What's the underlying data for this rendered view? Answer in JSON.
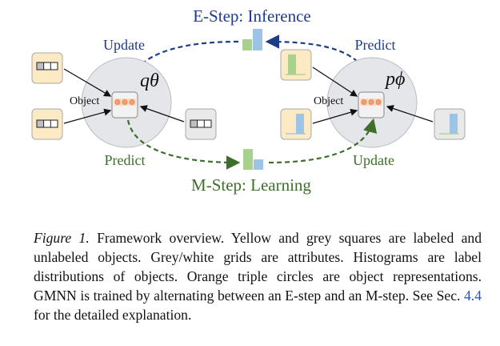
{
  "diagram": {
    "e_step_label": "E-Step: Inference",
    "m_step_label": "M-Step: Learning",
    "left": {
      "top_label": "Update",
      "bottom_label": "Predict",
      "object_label": "Object",
      "model_label": "qθ"
    },
    "right": {
      "top_label": "Predict",
      "bottom_label": "Update",
      "object_label": "Object",
      "model_label": "pϕ"
    },
    "colors": {
      "e_arrow": "#1f3c88",
      "m_arrow": "#3d6e2a",
      "yellow_box": "#fbeac3",
      "grey_box": "#e9e9e9",
      "circle_fill": "#e4e6ea",
      "orange_dot": "#f3a06a",
      "hist_green": "#a9d18e",
      "hist_blue": "#9dc3e6"
    }
  },
  "caption": {
    "fig_label": "Figure 1.",
    "text_before_link": " Framework overview.  Yellow and grey squares are labeled and unlabeled objects. Grey/white grids are attributes. Histograms are label distributions of objects. Orange triple circles are object representations. GMNN is trained by alternating between an E-step and an M-step. See Sec. ",
    "link_text": "4.4",
    "text_after_link": " for the detailed explanation."
  }
}
